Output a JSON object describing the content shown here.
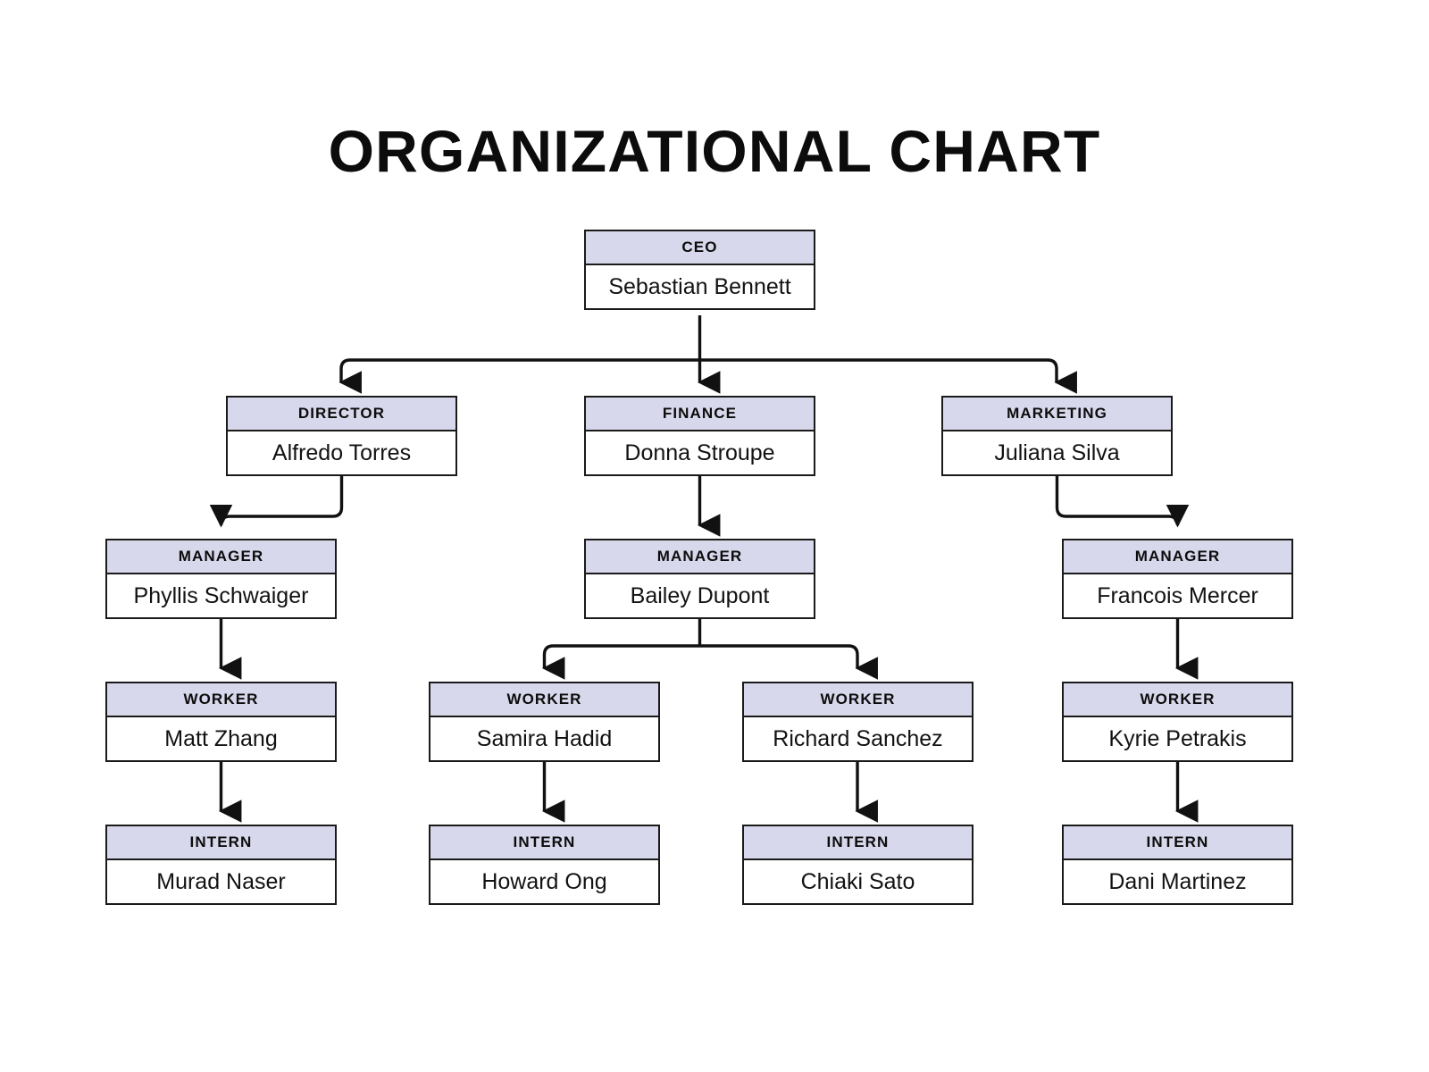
{
  "title": "ORGANIZATIONAL CHART",
  "colors": {
    "header_fill": "#d8d8ec",
    "body_fill": "#ffffff",
    "border": "#1a1a1a",
    "text": "#0c0c0c",
    "background": "#ffffff",
    "connector": "#111111"
  },
  "nodes": {
    "ceo": {
      "role": "CEO",
      "name": "Sebastian Bennett"
    },
    "director": {
      "role": "DIRECTOR",
      "name": "Alfredo Torres"
    },
    "finance": {
      "role": "FINANCE",
      "name": "Donna Stroupe"
    },
    "marketing": {
      "role": "MARKETING",
      "name": "Juliana Silva"
    },
    "manager_left": {
      "role": "MANAGER",
      "name": "Phyllis Schwaiger"
    },
    "manager_center": {
      "role": "MANAGER",
      "name": "Bailey Dupont"
    },
    "manager_right": {
      "role": "MANAGER",
      "name": "Francois Mercer"
    },
    "worker_1": {
      "role": "WORKER",
      "name": "Matt Zhang"
    },
    "worker_2": {
      "role": "WORKER",
      "name": "Samira Hadid"
    },
    "worker_3": {
      "role": "WORKER",
      "name": "Richard Sanchez"
    },
    "worker_4": {
      "role": "WORKER",
      "name": "Kyrie Petrakis"
    },
    "intern_1": {
      "role": "INTERN",
      "name": "Murad Naser"
    },
    "intern_2": {
      "role": "INTERN",
      "name": "Howard Ong"
    },
    "intern_3": {
      "role": "INTERN",
      "name": "Chiaki Sato"
    },
    "intern_4": {
      "role": "INTERN",
      "name": "Dani Martinez"
    }
  },
  "chart_data": {
    "type": "diagram",
    "diagram_kind": "organizational-chart",
    "title": "ORGANIZATIONAL CHART",
    "levels": [
      "CEO",
      "DIRECTOR/FINANCE/MARKETING",
      "MANAGER",
      "WORKER",
      "INTERN"
    ],
    "hierarchy": [
      {
        "role": "CEO",
        "name": "Sebastian Bennett",
        "children": [
          {
            "role": "DIRECTOR",
            "name": "Alfredo Torres",
            "children": [
              {
                "role": "MANAGER",
                "name": "Phyllis Schwaiger",
                "children": [
                  {
                    "role": "WORKER",
                    "name": "Matt Zhang",
                    "children": [
                      {
                        "role": "INTERN",
                        "name": "Murad Naser",
                        "children": []
                      }
                    ]
                  }
                ]
              }
            ]
          },
          {
            "role": "FINANCE",
            "name": "Donna Stroupe",
            "children": [
              {
                "role": "MANAGER",
                "name": "Bailey Dupont",
                "children": [
                  {
                    "role": "WORKER",
                    "name": "Samira Hadid",
                    "children": [
                      {
                        "role": "INTERN",
                        "name": "Howard Ong",
                        "children": []
                      }
                    ]
                  },
                  {
                    "role": "WORKER",
                    "name": "Richard Sanchez",
                    "children": [
                      {
                        "role": "INTERN",
                        "name": "Chiaki Sato",
                        "children": []
                      }
                    ]
                  }
                ]
              }
            ]
          },
          {
            "role": "MARKETING",
            "name": "Juliana Silva",
            "children": [
              {
                "role": "MANAGER",
                "name": "Francois Mercer",
                "children": [
                  {
                    "role": "WORKER",
                    "name": "Kyrie Petrakis",
                    "children": [
                      {
                        "role": "INTERN",
                        "name": "Dani Martinez",
                        "children": []
                      }
                    ]
                  }
                ]
              }
            ]
          }
        ]
      }
    ],
    "edges": [
      {
        "from": "Sebastian Bennett",
        "to": "Alfredo Torres"
      },
      {
        "from": "Sebastian Bennett",
        "to": "Donna Stroupe"
      },
      {
        "from": "Sebastian Bennett",
        "to": "Juliana Silva"
      },
      {
        "from": "Alfredo Torres",
        "to": "Phyllis Schwaiger"
      },
      {
        "from": "Donna Stroupe",
        "to": "Bailey Dupont"
      },
      {
        "from": "Juliana Silva",
        "to": "Francois Mercer"
      },
      {
        "from": "Phyllis Schwaiger",
        "to": "Matt Zhang"
      },
      {
        "from": "Bailey Dupont",
        "to": "Samira Hadid"
      },
      {
        "from": "Bailey Dupont",
        "to": "Richard Sanchez"
      },
      {
        "from": "Francois Mercer",
        "to": "Kyrie Petrakis"
      },
      {
        "from": "Matt Zhang",
        "to": "Murad Naser"
      },
      {
        "from": "Samira Hadid",
        "to": "Howard Ong"
      },
      {
        "from": "Richard Sanchez",
        "to": "Chiaki Sato"
      },
      {
        "from": "Kyrie Petrakis",
        "to": "Dani Martinez"
      }
    ],
    "node_count": 15
  }
}
